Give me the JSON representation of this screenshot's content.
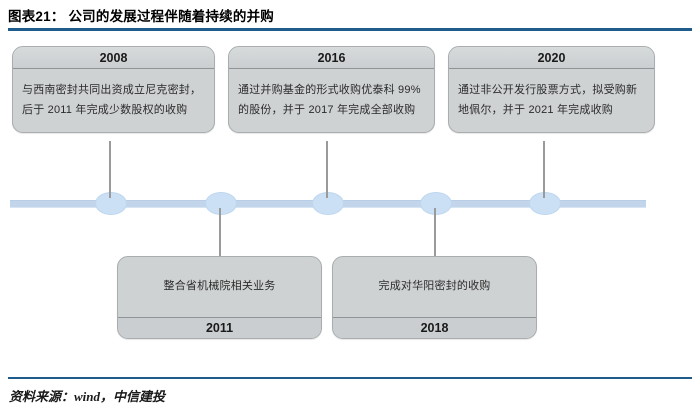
{
  "header": {
    "title": "图表21： 公司的发展过程伴随着持续的并购",
    "rule_color": "#1F5C8B"
  },
  "footer": {
    "source": "资料来源：wind，中信建投"
  },
  "timeline": {
    "axis_color": "#C3D5EA",
    "marker_color": "#CBE0F4",
    "box_fill": "#CFD2D3",
    "box_border": "#a9adaf",
    "marker_count": 5,
    "events": [
      {
        "year": "2008",
        "label_position": "header",
        "side": "above",
        "text": "与西南密封共同出资成立尼克密封，后于 2011 年完成少数股权的收购"
      },
      {
        "year": "2011",
        "label_position": "footer",
        "side": "below",
        "text": "整合省机械院相关业务"
      },
      {
        "year": "2016",
        "label_position": "header",
        "side": "above",
        "text": "通过并购基金的形式收购优泰科 99%的股份，并于 2017 年完成全部收购"
      },
      {
        "year": "2018",
        "label_position": "footer",
        "side": "below",
        "text": "完成对华阳密封的收购"
      },
      {
        "year": "2020",
        "label_position": "header",
        "side": "above",
        "text": "通过非公开发行股票方式，拟受购新地佩尔，并于 2021 年完成收购"
      }
    ]
  }
}
